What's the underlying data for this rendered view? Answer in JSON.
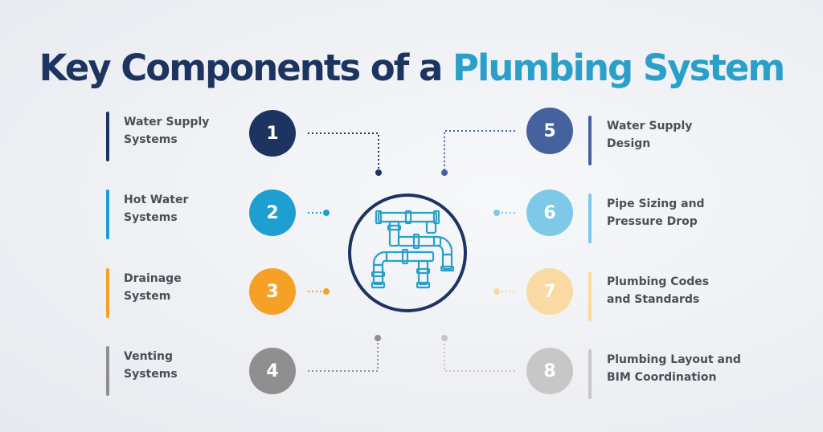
{
  "title": {
    "part1": "Key Components of a ",
    "part2": "Plumbing System"
  },
  "colors": {
    "navy": "#1d3461",
    "blue": "#2a9fc9",
    "c1": "#1d3461",
    "c2": "#1f9ed1",
    "c3": "#f6a126",
    "c4": "#8f8f8f",
    "c5": "#45629e",
    "c6": "#7ec8e8",
    "c7": "#fad9a2",
    "c8": "#c7c7c7"
  },
  "components": [
    {
      "number": "1",
      "label": "Water Supply\nSystems"
    },
    {
      "number": "2",
      "label": "Hot Water\nSystems"
    },
    {
      "number": "3",
      "label": "Drainage\nSystem"
    },
    {
      "number": "4",
      "label": "Venting\nSystems"
    },
    {
      "number": "5",
      "label": "Water Supply\nDesign"
    },
    {
      "number": "6",
      "label": "Pipe Sizing and\nPressure Drop"
    },
    {
      "number": "7",
      "label": "Plumbing Codes\nand Standards"
    },
    {
      "number": "8",
      "label": "Plumbing Layout and\nBIM Coordination"
    }
  ],
  "center_icon": "pipes-icon"
}
